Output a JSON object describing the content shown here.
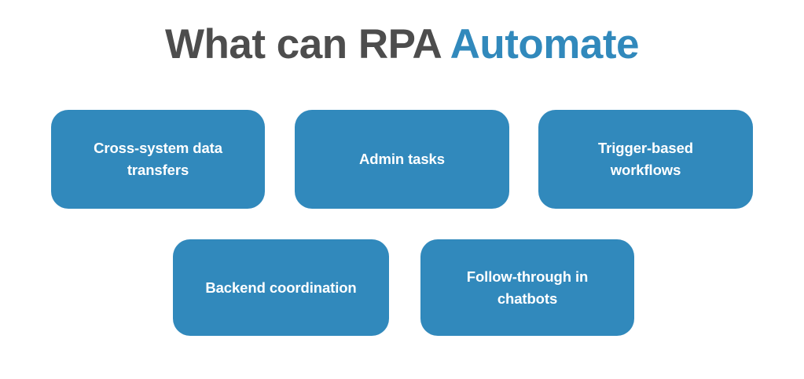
{
  "slide": {
    "background_color": "#ffffff",
    "title": {
      "main_text": "What can RPA ",
      "accent_text": "Automate",
      "main_color": "#4d4d4d",
      "accent_color": "#3189bc"
    },
    "card_color": "#3189bc",
    "card_text_color": "#ffffff",
    "cards": [
      {
        "label": "Cross-system data\ntransfers"
      },
      {
        "label": "Admin tasks"
      },
      {
        "label": "Trigger-based\nworkflows"
      },
      {
        "label": "Backend coordination"
      },
      {
        "label": "Follow-through in\nchatbots"
      }
    ]
  }
}
